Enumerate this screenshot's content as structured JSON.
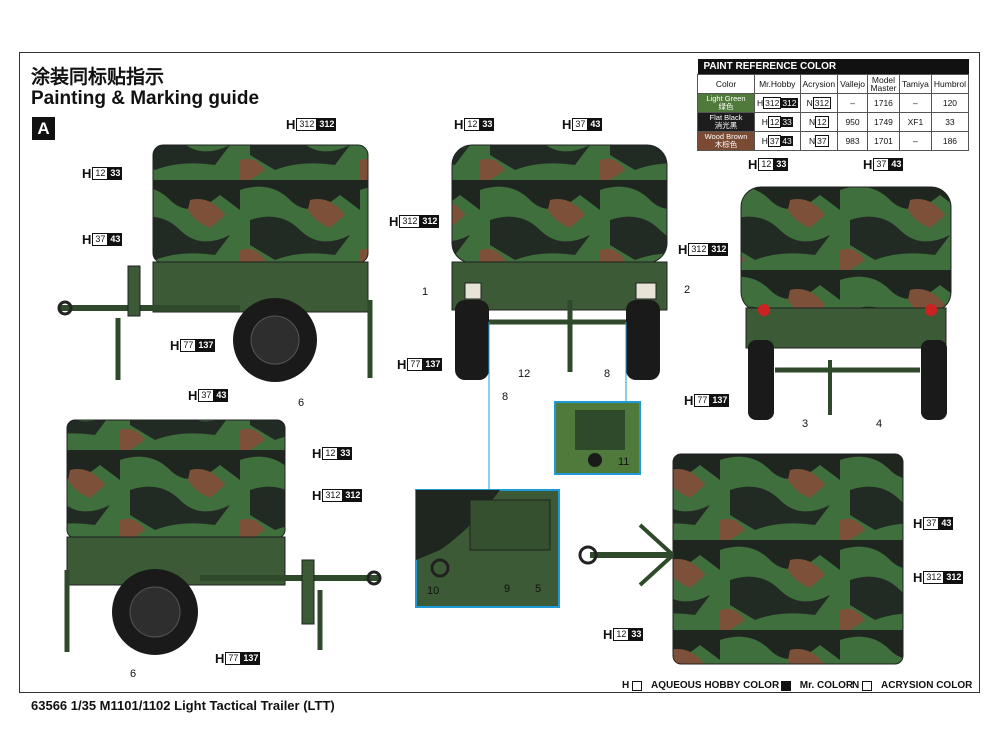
{
  "title_cn": "涂装同标贴指示",
  "title_en": "Painting & Marking guide",
  "badge": "A",
  "footer": "63566 1/35 M1101/1102 Light Tactical Trailer (LTT)",
  "legend": [
    {
      "letter": "H",
      "text": "AQUEOUS HOBBY COLOR"
    },
    {
      "letter": "",
      "text": "Mr. COLOR"
    },
    {
      "letter": "N",
      "text": "ACRYSION COLOR"
    }
  ],
  "paint_table": {
    "title": "PAINT  REFERENCE COLOR",
    "headers": [
      "Color",
      "Mr.Hobby",
      "Acrysion",
      "Vallejo",
      "Model Master",
      "Tamiya",
      "Humbrol"
    ],
    "rows": [
      {
        "name": "Light Green",
        "cn": "绿色",
        "color": "#4f7a3b",
        "hobby": "312",
        "acr": "312",
        "vallejo": "–",
        "mm": "1716",
        "tamiya": "–",
        "humbrol": "120"
      },
      {
        "name": "Flat Black",
        "cn": "消光黑",
        "color": "#1d1d1d",
        "hobby": "12",
        "acr": "12",
        "vallejo": "950",
        "mm": "1749",
        "tamiya": "XF1",
        "humbrol": "33"
      },
      {
        "name": "Wood Brown",
        "cn": "木棕色",
        "color": "#7a4a32",
        "hobby": "37",
        "acr": "37",
        "vallejo": "983",
        "mm": "1701",
        "tamiya": "–",
        "humbrol": "186"
      }
    ]
  },
  "callouts": {
    "c1": {
      "l": "H",
      "a": "312",
      "b": "312"
    },
    "c2": {
      "l": "H",
      "a": "12",
      "b": "33"
    },
    "c3": {
      "l": "H",
      "a": "37",
      "b": "43"
    },
    "c4": {
      "l": "H",
      "a": "77",
      "b": "137"
    },
    "c5": {
      "l": "H",
      "a": "12",
      "b": "33"
    },
    "c6": {
      "l": "H",
      "a": "37",
      "b": "43"
    },
    "c7": {
      "l": "H",
      "a": "312",
      "b": "312"
    },
    "c8": {
      "l": "H",
      "a": "77",
      "b": "137"
    },
    "c9": {
      "l": "H",
      "a": "12",
      "b": "33"
    },
    "c10": {
      "l": "H",
      "a": "37",
      "b": "43"
    },
    "c11": {
      "l": "H",
      "a": "312",
      "b": "312"
    },
    "c12": {
      "l": "H",
      "a": "77",
      "b": "137"
    },
    "c13": {
      "l": "H",
      "a": "37",
      "b": "43"
    },
    "c14": {
      "l": "H",
      "a": "12",
      "b": "33"
    },
    "c15": {
      "l": "H",
      "a": "312",
      "b": "312"
    },
    "c16": {
      "l": "H",
      "a": "77",
      "b": "137"
    },
    "c17": {
      "l": "H",
      "a": "37",
      "b": "43"
    },
    "c18": {
      "l": "H",
      "a": "312",
      "b": "312"
    },
    "c19": {
      "l": "H",
      "a": "12",
      "b": "33"
    }
  },
  "numbers": {
    "n6a": "6",
    "n1": "1",
    "n2": "2",
    "n12": "12",
    "n8a": "8",
    "n8b": "8",
    "n3": "3",
    "n4": "4",
    "n11": "11",
    "n10": "10",
    "n9": "9",
    "n5": "5",
    "n6b": "6"
  }
}
